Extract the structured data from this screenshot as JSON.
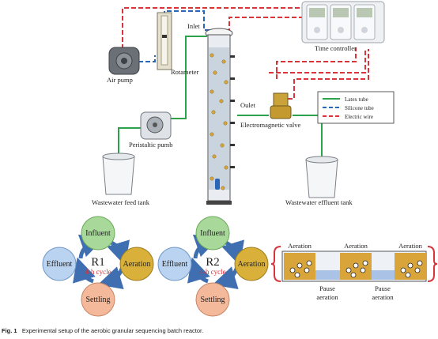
{
  "labels": {
    "inlet": "Inlet",
    "air_pump": "Air pump",
    "rotameter": "Rotameter",
    "time_controller": "Time controller",
    "outlet": "Oulet",
    "electromagnetic_valve": "Electromagnetic valve",
    "peristaltic_pump": "Peristaltic pumb",
    "feed_tank": "Wastewater feed tank",
    "effluent_tank": "Wastewater effluent tank"
  },
  "legend": {
    "latex": "Latex tube",
    "silicone": "Silicone tube",
    "electric": "Electric wire"
  },
  "colors": {
    "latex": "#2ca24a",
    "silicone": "#2a66b8",
    "electric": "#d8343a",
    "influent_fill": "#a9d99a",
    "effluent_fill": "#b9d3f0",
    "aeration_fill": "#d9b13a",
    "settling_fill": "#f4b89a",
    "arrow": "#3f6fb0"
  },
  "cycles": [
    {
      "reactor": "R1",
      "cycle": "4-h cycle",
      "phases": {
        "top": "Influent",
        "left": "Effluent",
        "right": "Aeration",
        "bottom": "Settling"
      }
    },
    {
      "reactor": "R2",
      "cycle": "4-h cycle",
      "phases": {
        "top": "Influent",
        "left": "Effluent",
        "right": "Aeration",
        "bottom": "Settling"
      }
    }
  ],
  "aeration_strip": {
    "aeration_labels": [
      "Aeration",
      "Aeration",
      "Aeration"
    ],
    "pause_labels": [
      "Pause\naeration",
      "Pause\naeration"
    ],
    "pause_line1": "Pause",
    "pause_line2": "aeration"
  },
  "caption": {
    "prefix": "Fig. 1",
    "text": "Experimental setup of the aerobic granular sequencing batch reactor."
  }
}
